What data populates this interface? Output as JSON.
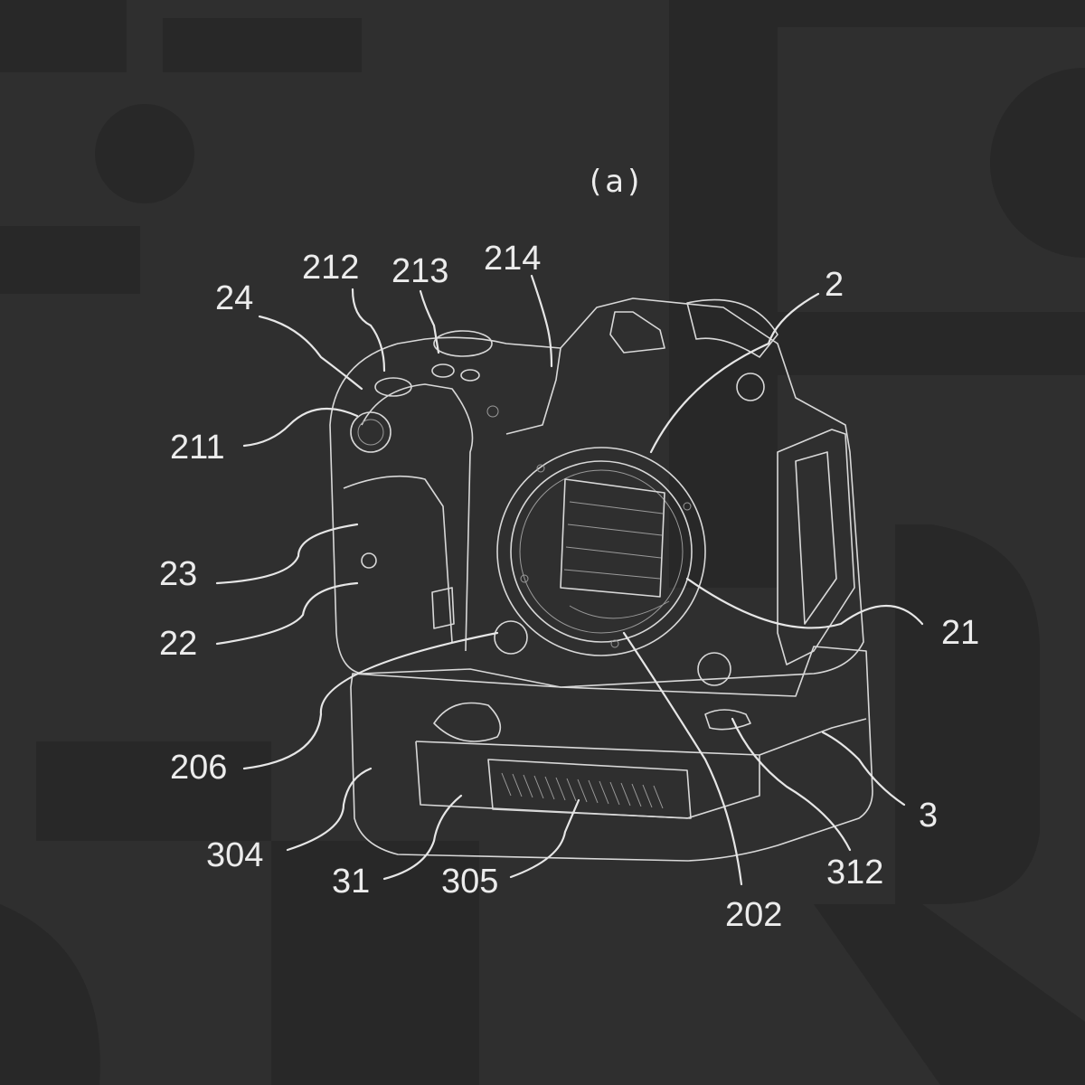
{
  "figure": {
    "title": "(a)",
    "colors": {
      "background": "#2f2f2f",
      "line": "#e6e6e6",
      "watermark": "#282828"
    },
    "labels": {
      "l24": "24",
      "l212": "212",
      "l213": "213",
      "l214": "214",
      "l2": "2",
      "l211": "211",
      "l23": "23",
      "l22": "22",
      "l206": "206",
      "l304": "304",
      "l31": "31",
      "l305": "305",
      "l202": "202",
      "l312": "312",
      "l3": "3",
      "l21": "21"
    }
  }
}
